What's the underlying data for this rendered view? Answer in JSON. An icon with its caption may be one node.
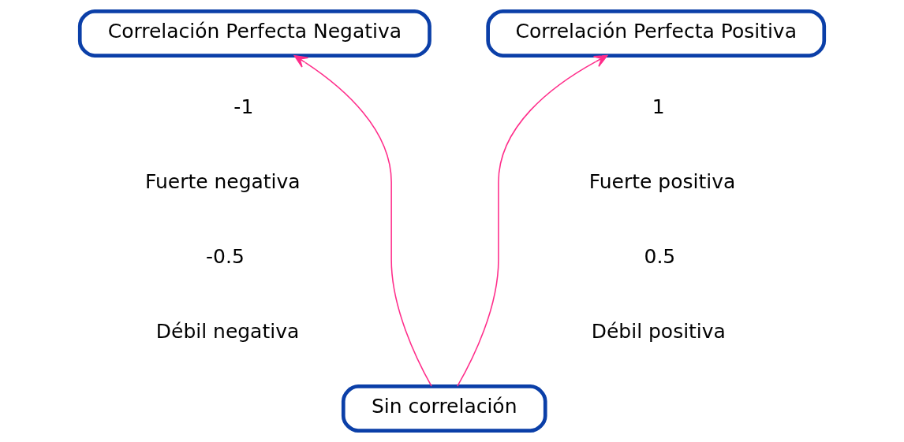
{
  "diagram": {
    "nodes": [
      {
        "text": [
          "Correlación Perfecta Negativa"
        ]
      },
      {
        "text": [
          "Correlación Perfecta Positiva"
        ]
      },
      {
        "text": [
          "Sin correlación"
        ]
      }
    ],
    "edges": [
      {
        "from": 2,
        "to": 0,
        "arrow": "to"
      },
      {
        "from": 2,
        "to": 1,
        "arrow": "to"
      }
    ],
    "labels": [
      "-1",
      "1",
      "Fuerte negativa",
      "Fuerte positiva",
      "-0.5",
      "0.5",
      "Débil negativa",
      "Débil positiva"
    ]
  }
}
